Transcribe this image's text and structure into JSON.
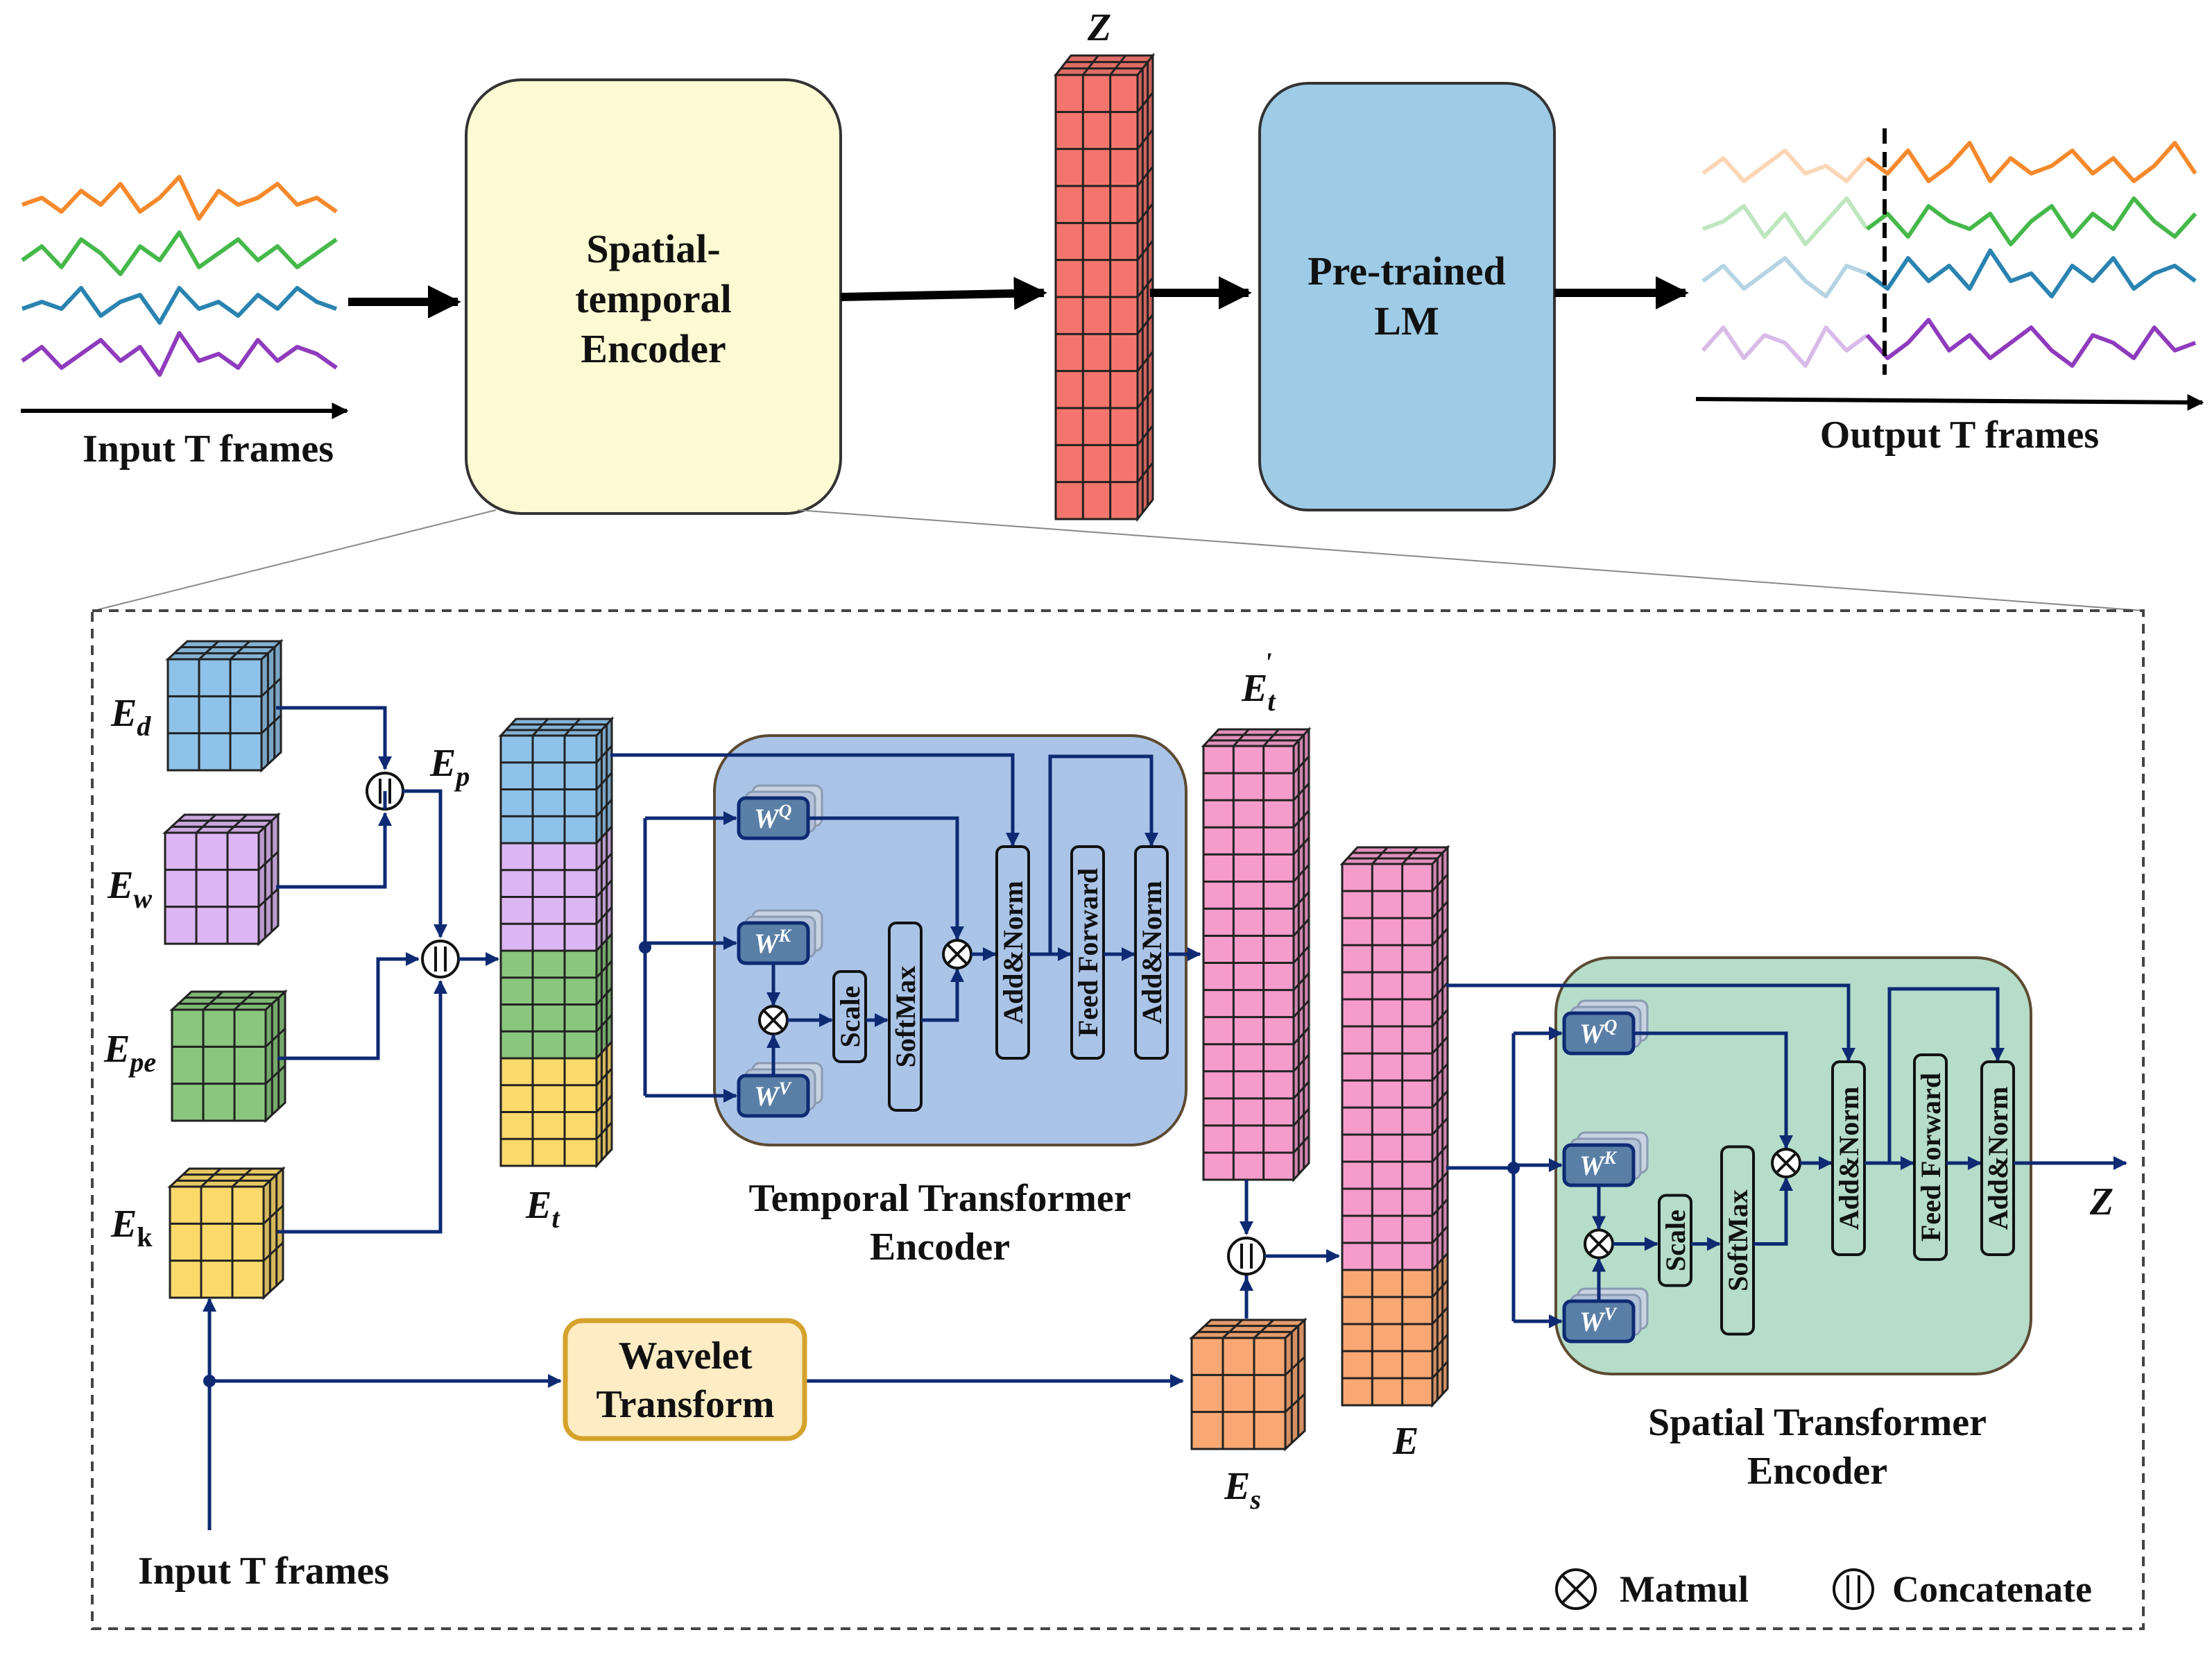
{
  "top": {
    "input_label": "Input T frames",
    "encoder_label": [
      "Spatial-",
      "temporal",
      "Encoder"
    ],
    "z_label": "Z",
    "lm_label": [
      "Pre-trained",
      "LM"
    ],
    "output_label": "Output T frames"
  },
  "detail": {
    "ed": "E",
    "ed_sub": "d",
    "ew": "E",
    "ew_sub": "w",
    "epe": "E",
    "epe_sub": "pe",
    "ek": "E",
    "ek_sub": "k",
    "ep": "E",
    "ep_sub": "p",
    "et": "E",
    "et_sub": "t",
    "etp": "E",
    "etp_sub": "t",
    "etp_sup": "'",
    "e": "E",
    "es": "E",
    "es_sub": "s",
    "z_out": "Z",
    "wavelet_label": [
      "Wavelet",
      "Transform"
    ],
    "temporal_label": [
      "Temporal Transformer",
      "Encoder"
    ],
    "spatial_label": [
      "Spatial Transformer",
      "Encoder"
    ],
    "input_label": "Input T frames",
    "wq": "W",
    "wq_sup": "Q",
    "wk": "W",
    "wk_sup": "K",
    "wv": "W",
    "wv_sup": "V",
    "scale": "Scale",
    "softmax": "SoftMax",
    "addnorm": "Add&Norm",
    "feedforward": "Feed Forward",
    "legend_matmul": "Matmul",
    "legend_concat": "Concatenate"
  },
  "colors": {
    "encoder_fill": "#fcfad2",
    "lm_fill": "#9ecbe6",
    "z_fill": "#f4756d",
    "temporal_fill": "#aac4e8",
    "spatial_fill": "#b5ddc9",
    "wavelet_fill": "#fdecc4",
    "wavelet_stroke": "#d5a22c",
    "blue_cube": "#8ec2e8",
    "purple_cube": "#dcb6f2",
    "green_cube": "#8ac77e",
    "yellow_cube": "#fbd96b",
    "pink_cube": "#f59ccb",
    "orange_cube": "#f9a873",
    "line_blue": "#0d2a73",
    "series": [
      "#f5892c",
      "#45b849",
      "#2a83b0",
      "#8f3bbd"
    ]
  },
  "series_top_input": [
    [
      5,
      6,
      4,
      7,
      5,
      8,
      4,
      6,
      9,
      3,
      7,
      5,
      6,
      8,
      5,
      6,
      4
    ],
    [
      5,
      7,
      4,
      8,
      6,
      3,
      7,
      5,
      9,
      4,
      6,
      8,
      5,
      7,
      4,
      6,
      8
    ],
    [
      5,
      6,
      5,
      8,
      4,
      6,
      7,
      3,
      8,
      5,
      6,
      4,
      7,
      5,
      8,
      6,
      5
    ],
    [
      5,
      7,
      4,
      6,
      8,
      5,
      7,
      3,
      9,
      5,
      6,
      4,
      8,
      5,
      7,
      6,
      4
    ]
  ],
  "series_top_output": [
    [
      5,
      7,
      4,
      6,
      8,
      5,
      6,
      4,
      7,
      5,
      8,
      4,
      6,
      9,
      4,
      7,
      5,
      6,
      8,
      5,
      7,
      4,
      6,
      9,
      5
    ],
    [
      5,
      6,
      8,
      4,
      7,
      3,
      6,
      9,
      5,
      7,
      4,
      8,
      6,
      5,
      7,
      3,
      6,
      8,
      4,
      7,
      5,
      9,
      6,
      4,
      7
    ],
    [
      5,
      7,
      4,
      6,
      8,
      5,
      3,
      7,
      6,
      4,
      8,
      5,
      7,
      4,
      9,
      5,
      6,
      3,
      7,
      5,
      8,
      4,
      6,
      7,
      5
    ],
    [
      5,
      8,
      4,
      7,
      6,
      3,
      8,
      5,
      7,
      4,
      6,
      9,
      5,
      7,
      4,
      6,
      8,
      5,
      3,
      7,
      6,
      4,
      8,
      5,
      6
    ]
  ]
}
